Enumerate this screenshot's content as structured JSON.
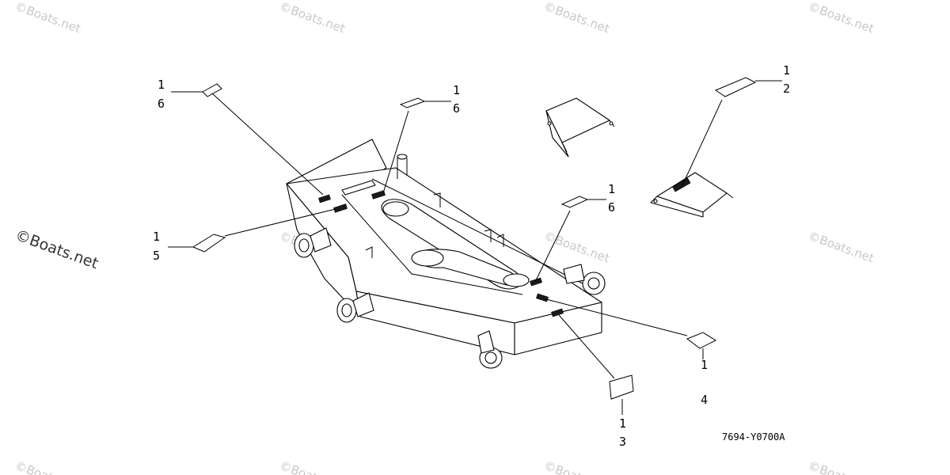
{
  "diagram": {
    "drawing_code": "7694-Y0700A",
    "watermark": "©Boats.net",
    "callouts": [
      {
        "id": "c1",
        "top": "1",
        "bottom": "6"
      },
      {
        "id": "c2",
        "top": "1",
        "bottom": "6"
      },
      {
        "id": "c3",
        "top": "1",
        "bottom": "2"
      },
      {
        "id": "c4",
        "top": "1",
        "bottom": "6"
      },
      {
        "id": "c5",
        "top": "1",
        "bottom": "5"
      },
      {
        "id": "c6",
        "top": "1",
        "bottom": "4"
      },
      {
        "id": "c7",
        "top": "1",
        "bottom": "3"
      }
    ]
  }
}
